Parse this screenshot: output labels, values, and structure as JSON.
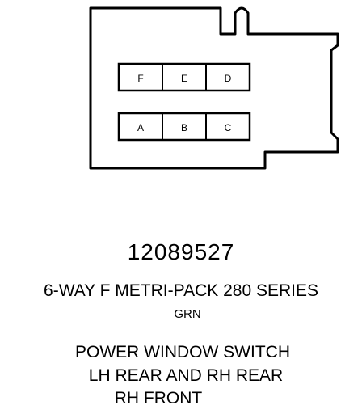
{
  "connector": {
    "pins_top": [
      "F",
      "E",
      "D"
    ],
    "pins_bottom": [
      "A",
      "B",
      "C"
    ]
  },
  "part_number": "12089527",
  "series": "6-WAY F METRI-PACK 280 SERIES",
  "color": "GRN",
  "function_lines": [
    "POWER WINDOW SWITCH",
    "LH REAR AND RH REAR",
    "RH FRONT"
  ]
}
